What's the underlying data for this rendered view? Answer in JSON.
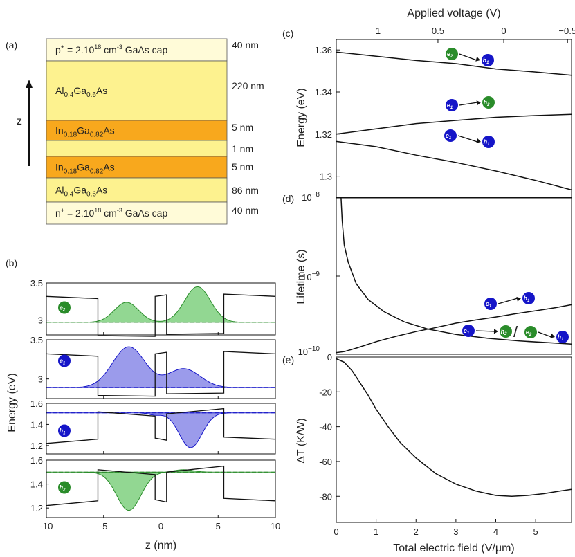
{
  "panels": {
    "a": "(a)",
    "b": "(b)",
    "c": "(c)",
    "d": "(d)",
    "e": "(e)"
  },
  "stack": {
    "axis_label": "z",
    "layers": [
      {
        "text": "p",
        "sup": "+",
        "rest": " = 2.10",
        "exp": "18",
        "unit": " cm",
        "unitexp": "-3",
        "tail": "  GaAs cap",
        "thickness": "40 nm",
        "color": "#fffbd8"
      },
      {
        "text": "Al",
        "sub1": "0.4",
        "mid": "Ga",
        "sub2": "0.6",
        "end": "As",
        "thickness": "220 nm",
        "color": "#fdf28f"
      },
      {
        "text": "In",
        "sub1": "0.18",
        "mid": "Ga",
        "sub2": "0.82",
        "end": "As",
        "thickness": "5 nm",
        "color": "#f8a81d"
      },
      {
        "text": "",
        "thickness": "1 nm",
        "color": "#fdf28f"
      },
      {
        "text": "In",
        "sub1": "0.18",
        "mid": "Ga",
        "sub2": "0.82",
        "end": "As",
        "thickness": "5 nm",
        "color": "#f8a81d"
      },
      {
        "text": "Al",
        "sub1": "0.4",
        "mid": "Ga",
        "sub2": "0.6",
        "end": "As",
        "thickness": "86 nm",
        "color": "#fdf28f"
      },
      {
        "text": "n",
        "sup": "+",
        "rest": " = 2.10",
        "exp": "18",
        "unit": " cm",
        "unitexp": "-3",
        "tail": "  GaAs cap",
        "thickness": "40 nm",
        "color": "#fffbd8"
      }
    ]
  },
  "labels": {
    "e1": "e",
    "e1sub": "1",
    "e2": "e",
    "e2sub": "2",
    "h1": "h",
    "h1sub": "1",
    "h2": "h",
    "h2sub": "2",
    "slash": "/"
  },
  "colors": {
    "green": "#2a8c2a",
    "green_fill": "#7fd07f",
    "blue": "#1515c8",
    "blue_fill": "#8a8ae8",
    "line": "#111111"
  },
  "chart_data": [
    {
      "id": "b",
      "type": "line",
      "xlabel": "z (nm)",
      "ylabel": "Energy (eV)",
      "xlim": [
        -10,
        10
      ],
      "xticks": [
        -10,
        -5,
        0,
        5,
        10
      ],
      "subplots": [
        {
          "state": "e2",
          "ylim": [
            2.8,
            3.5
          ],
          "yticks": [
            3,
            3.5
          ],
          "level": 2.97,
          "band": [
            [
              -10,
              3.32
            ],
            [
              -5.5,
              3.29
            ],
            [
              -5.5,
              2.79
            ],
            [
              -0.5,
              2.78
            ],
            [
              -0.5,
              3.32
            ],
            [
              0.5,
              3.34
            ],
            [
              0.5,
              2.81
            ],
            [
              5.5,
              2.82
            ],
            [
              5.5,
              3.35
            ],
            [
              10,
              3.32
            ]
          ],
          "wave_peaks": [
            {
              "center": -3.0,
              "height": 0.27,
              "width": 1.5
            },
            {
              "center": 3.2,
              "height": 0.48,
              "width": 1.6
            }
          ]
        },
        {
          "state": "e1",
          "ylim": [
            2.75,
            3.5
          ],
          "yticks": [
            3,
            3.5
          ],
          "level": 2.89,
          "band": [
            [
              -10,
              3.32
            ],
            [
              -5.5,
              3.29
            ],
            [
              -5.5,
              2.79
            ],
            [
              -0.5,
              2.78
            ],
            [
              -0.5,
              3.32
            ],
            [
              0.5,
              3.34
            ],
            [
              0.5,
              2.81
            ],
            [
              5.5,
              2.82
            ],
            [
              5.5,
              3.35
            ],
            [
              10,
              3.32
            ]
          ],
          "wave_peaks": [
            {
              "center": -2.8,
              "height": 0.52,
              "width": 2.0
            },
            {
              "center": 2.0,
              "height": 0.24,
              "width": 2.0
            }
          ]
        },
        {
          "state": "h1",
          "ylim": [
            1.12,
            1.6
          ],
          "yticks": [
            1.2,
            1.4,
            1.6
          ],
          "level": 1.51,
          "band": [
            [
              -10,
              1.22
            ],
            [
              -5.5,
              1.26
            ],
            [
              -5.5,
              1.52
            ],
            [
              -0.5,
              1.48
            ],
            [
              -0.5,
              1.27
            ],
            [
              0.5,
              1.25
            ],
            [
              0.5,
              1.5
            ],
            [
              5.5,
              1.55
            ],
            [
              5.5,
              1.28
            ],
            [
              10,
              1.26
            ]
          ],
          "wave_peaks": [
            {
              "center": -0.5,
              "height": -0.02,
              "width": 0.8
            },
            {
              "center": 2.6,
              "height": -0.33,
              "width": 1.4
            }
          ]
        },
        {
          "state": "h2",
          "ylim": [
            1.12,
            1.6
          ],
          "yticks": [
            1.2,
            1.4,
            1.6
          ],
          "level": 1.5,
          "band": [
            [
              -10,
              1.22
            ],
            [
              -5.5,
              1.26
            ],
            [
              -5.5,
              1.52
            ],
            [
              -0.5,
              1.48
            ],
            [
              -0.5,
              1.27
            ],
            [
              0.5,
              1.25
            ],
            [
              0.5,
              1.5
            ],
            [
              5.5,
              1.55
            ],
            [
              5.5,
              1.28
            ],
            [
              10,
              1.26
            ]
          ],
          "wave_peaks": [
            {
              "center": -2.8,
              "height": -0.32,
              "width": 1.5
            },
            {
              "center": 2.0,
              "height": 0.02,
              "width": 1.2
            }
          ]
        }
      ]
    },
    {
      "id": "c",
      "type": "line",
      "ylabel": "Energy (eV)",
      "top_xlabel": "Applied voltage (V)",
      "top_ticks": [
        {
          "label": "1",
          "x": 1.05
        },
        {
          "label": "0.5",
          "x": 2.55
        },
        {
          "label": "0",
          "x": 4.2
        },
        {
          "label": "−0.5",
          "x": 5.8
        }
      ],
      "xlim": [
        0,
        5.9
      ],
      "ylim": [
        1.29,
        1.365
      ],
      "yticks": [
        1.3,
        1.32,
        1.34,
        1.36
      ],
      "series": [
        {
          "x": [
            0,
            1,
            2,
            3,
            4,
            5,
            5.9
          ],
          "y": [
            1.359,
            1.357,
            1.355,
            1.3535,
            1.351,
            1.3495,
            1.348
          ]
        },
        {
          "x": [
            0,
            1,
            2,
            3,
            4,
            5,
            5.9
          ],
          "y": [
            1.32,
            1.3225,
            1.325,
            1.3265,
            1.328,
            1.3288,
            1.3294
          ]
        },
        {
          "x": [
            0,
            1,
            2,
            3,
            4,
            5,
            5.9
          ],
          "y": [
            1.3165,
            1.314,
            1.31,
            1.3065,
            1.3025,
            1.298,
            1.2935
          ]
        }
      ]
    },
    {
      "id": "d",
      "type": "line",
      "ylabel": "Lifetime (s)",
      "yscale": "log",
      "xlim": [
        0,
        5.9
      ],
      "ylim": [
        1e-10,
        1e-08
      ],
      "yticks": [
        {
          "label": "10",
          "exp": "−8",
          "v": 1e-08
        },
        {
          "label": "10",
          "exp": "−9",
          "v": 1e-09
        },
        {
          "label": "10",
          "exp": "−10",
          "v": 1e-10
        }
      ],
      "series": [
        {
          "x": [
            0.12,
            0.15,
            0.2,
            0.3,
            0.5,
            0.8,
            1.2,
            1.7,
            2.3,
            3.0,
            3.8,
            4.6,
            5.4,
            5.9
          ],
          "y": [
            1e-08,
            5e-09,
            2.5e-09,
            1.5e-09,
            8e-10,
            5e-10,
            3.5e-10,
            2.6e-10,
            2.1e-10,
            1.8e-10,
            1.6e-10,
            1.48e-10,
            1.4e-10,
            1.35e-10
          ]
        },
        {
          "x": [
            0.0,
            0.2,
            0.5,
            1.0,
            1.5,
            2.0,
            2.5,
            3.0,
            3.5,
            4.0,
            4.5,
            5.0,
            5.5,
            5.9
          ],
          "y": [
            1.05e-10,
            1.08e-10,
            1.2e-10,
            1.45e-10,
            1.7e-10,
            1.95e-10,
            2.2e-10,
            2.5e-10,
            2.75e-10,
            3e-10,
            3.3e-10,
            3.6e-10,
            3.95e-10,
            4.3e-10
          ]
        }
      ]
    },
    {
      "id": "e",
      "type": "line",
      "ylabel": "ΔT (K/W)",
      "xlabel": "Total electric field (V/μm)",
      "xlim": [
        0,
        5.9
      ],
      "xticks": [
        0,
        1,
        2,
        3,
        4,
        5
      ],
      "ylim": [
        -95,
        0
      ],
      "yticks": [
        0,
        -20,
        -40,
        -60,
        -80
      ],
      "series": [
        {
          "x": [
            0,
            0.2,
            0.4,
            0.6,
            0.8,
            1.0,
            1.3,
            1.6,
            2.0,
            2.5,
            3.0,
            3.5,
            4.0,
            4.4,
            4.8,
            5.2,
            5.6,
            5.9
          ],
          "y": [
            -1,
            -3,
            -8,
            -15,
            -22,
            -30,
            -40,
            -49,
            -58,
            -67,
            -73,
            -77,
            -79.5,
            -80,
            -79.5,
            -78.5,
            -77,
            -76
          ]
        }
      ]
    }
  ]
}
